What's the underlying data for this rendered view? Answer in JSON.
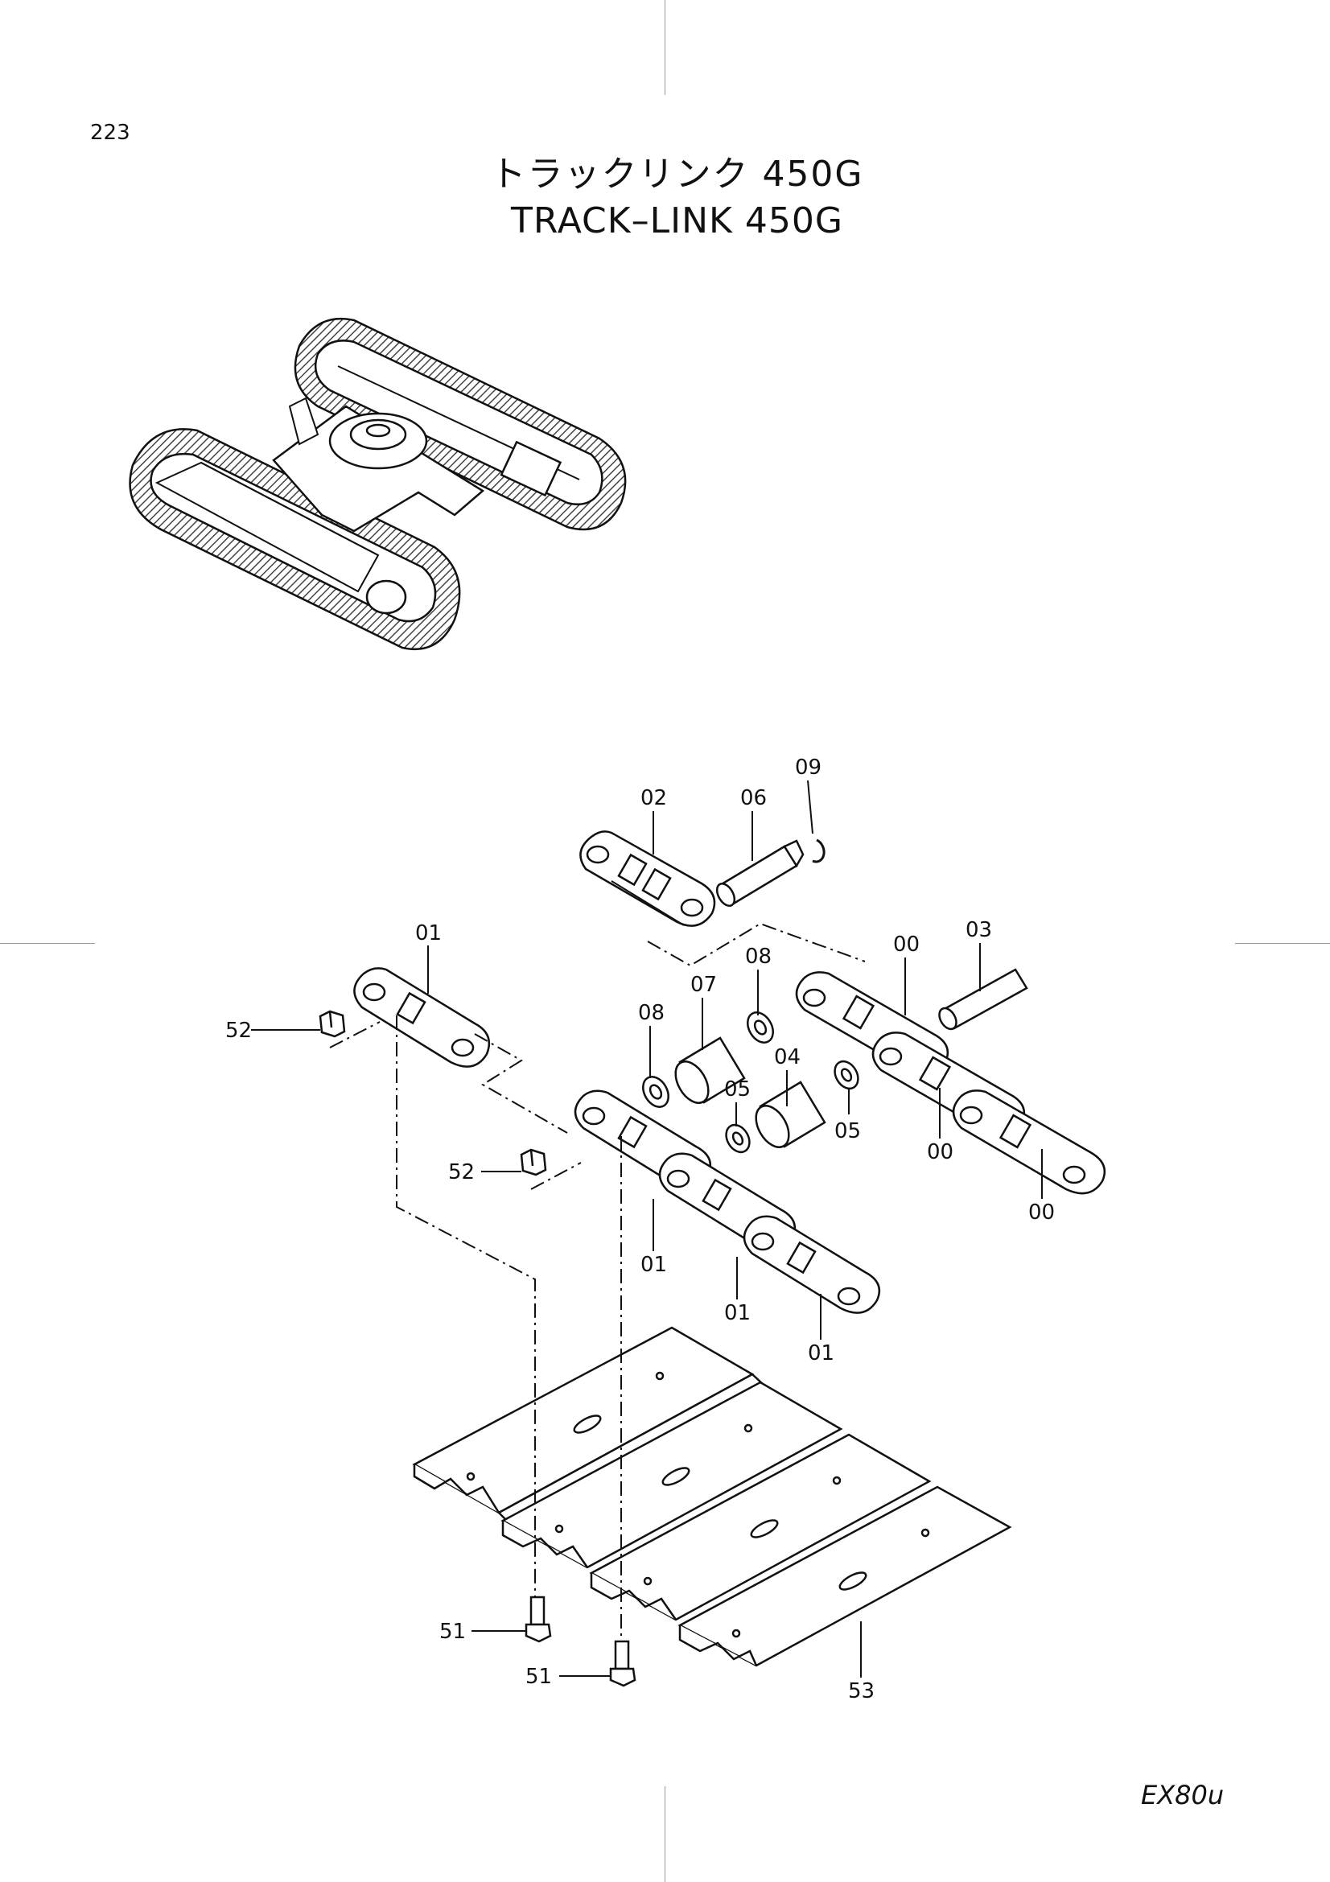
{
  "page": {
    "number": "223",
    "title_jp": "トラックリンク 450G",
    "title_en": "TRACK–LINK 450G",
    "model": "EX80u"
  },
  "callouts": {
    "c09": "09",
    "c02": "02",
    "c06": "06",
    "c01a": "01",
    "c00a": "00",
    "c03": "03",
    "c08a": "08",
    "c07": "07",
    "c52a": "52",
    "c08b": "08",
    "c04": "04",
    "c05a": "05",
    "c05b": "05",
    "c00b": "00",
    "c52b": "52",
    "c00c": "00",
    "c01b": "01",
    "c01c": "01",
    "c01d": "01",
    "c51a": "51",
    "c51b": "51",
    "c53": "53"
  },
  "colors": {
    "ink": "#111111",
    "hatch": "#555555",
    "crop": "#999999"
  }
}
